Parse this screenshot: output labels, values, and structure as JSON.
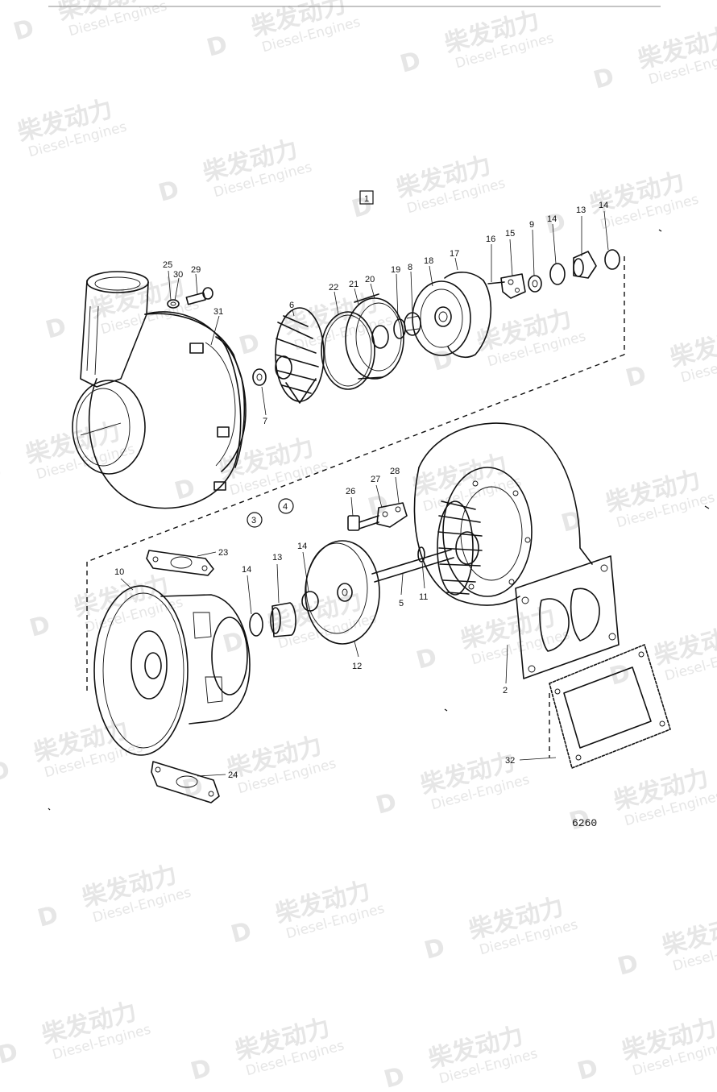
{
  "watermark": {
    "brand": "柴发动力",
    "subtitle": "Diesel-Engines"
  },
  "group_markers": {
    "boxed": "1",
    "circled": [
      "3",
      "4"
    ]
  },
  "drawing_number": "6260",
  "callouts": [
    {
      "id": "c25",
      "text": "25"
    },
    {
      "id": "c30",
      "text": "30"
    },
    {
      "id": "c29",
      "text": "29"
    },
    {
      "id": "c31",
      "text": "31"
    },
    {
      "id": "c6",
      "text": "6"
    },
    {
      "id": "c7",
      "text": "7"
    },
    {
      "id": "c22",
      "text": "22"
    },
    {
      "id": "c21",
      "text": "21"
    },
    {
      "id": "c20",
      "text": "20"
    },
    {
      "id": "c19",
      "text": "19"
    },
    {
      "id": "c8",
      "text": "8"
    },
    {
      "id": "c18",
      "text": "18"
    },
    {
      "id": "c17",
      "text": "17"
    },
    {
      "id": "c16",
      "text": "16"
    },
    {
      "id": "c15",
      "text": "15"
    },
    {
      "id": "c9",
      "text": "9"
    },
    {
      "id": "c14a",
      "text": "14"
    },
    {
      "id": "c13a",
      "text": "13"
    },
    {
      "id": "c14b",
      "text": "14"
    },
    {
      "id": "c26",
      "text": "26"
    },
    {
      "id": "c27",
      "text": "27"
    },
    {
      "id": "c28",
      "text": "28"
    },
    {
      "id": "c23",
      "text": "23"
    },
    {
      "id": "c10",
      "text": "10"
    },
    {
      "id": "c14c",
      "text": "14"
    },
    {
      "id": "c13b",
      "text": "13"
    },
    {
      "id": "c14d",
      "text": "14"
    },
    {
      "id": "c5",
      "text": "5"
    },
    {
      "id": "c11",
      "text": "11"
    },
    {
      "id": "c12",
      "text": "12"
    },
    {
      "id": "c2",
      "text": "2"
    },
    {
      "id": "c24",
      "text": "24"
    },
    {
      "id": "c32",
      "text": "32"
    }
  ]
}
